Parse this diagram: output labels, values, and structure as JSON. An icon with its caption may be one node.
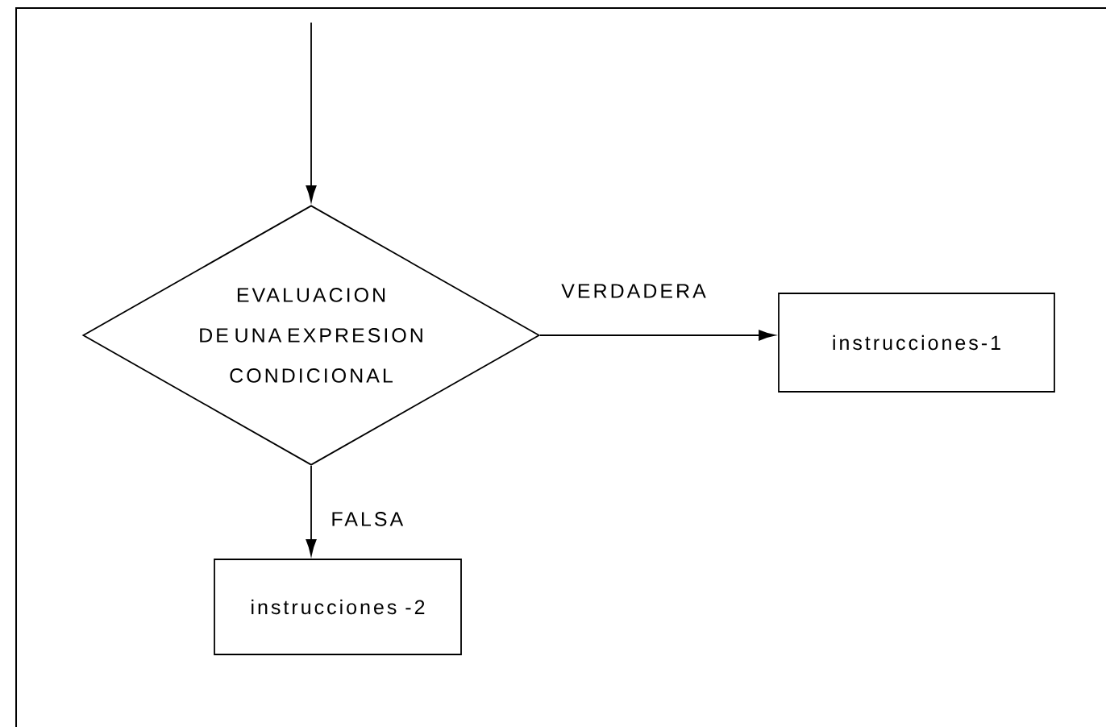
{
  "diagram": {
    "nodes": [
      {
        "text": [
          "EVALUACION DE UNA EXPRESION CONDICIONAL"
        ]
      },
      {
        "text": [
          "instrucciones-1"
        ]
      },
      {
        "text": [
          "instrucciones -2"
        ]
      }
    ],
    "edges": [
      {
        "from": null,
        "to": 0,
        "arrow": "to"
      },
      {
        "from": 0,
        "to": 1,
        "arrow": "to",
        "label": "VERDADERA"
      },
      {
        "from": 0,
        "to": 2,
        "arrow": "to",
        "label": "FALSA"
      }
    ]
  }
}
